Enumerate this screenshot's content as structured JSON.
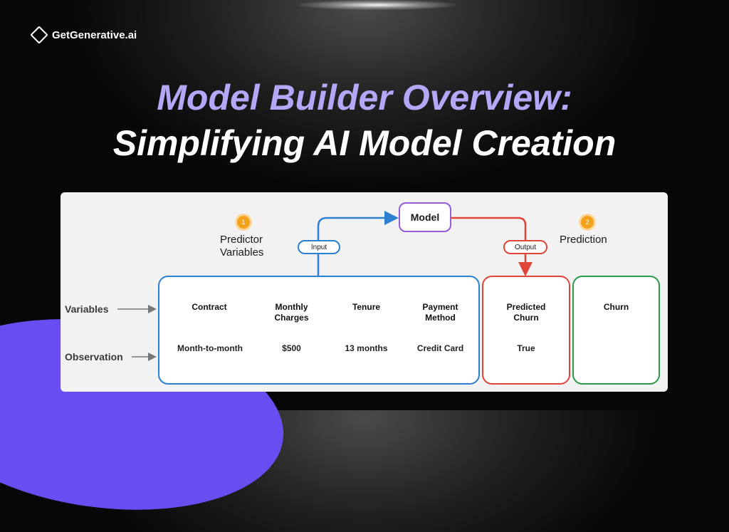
{
  "brand": {
    "name": "GetGenerative.ai",
    "icon": "diamond-logo-icon"
  },
  "title": {
    "line1": "Model Builder Overview:",
    "line2": "Simplifying AI Model Creation"
  },
  "colors": {
    "title_accent": "#b3a7f7",
    "input_border": "#2d7fd2",
    "output_border": "#e0453a",
    "churn_border": "#2b9a4a",
    "model_border": "#9a5bd8",
    "badge": "#f4a21c",
    "wave": "#6a4df0"
  },
  "diagram": {
    "model_label": "Model",
    "steps": [
      {
        "number": "1",
        "label_line1": "Predictor",
        "label_line2": "Variables"
      },
      {
        "number": "2",
        "label": "Prediction"
      }
    ],
    "input_pill": "Input",
    "output_pill": "Output",
    "row_labels": {
      "variables": "Variables",
      "observation": "Observation"
    },
    "input_columns": [
      {
        "header_line1": "Contract",
        "header_line2": "",
        "value": "Month-to-month"
      },
      {
        "header_line1": "Monthly",
        "header_line2": "Charges",
        "value": "$500"
      },
      {
        "header_line1": "Tenure",
        "header_line2": "",
        "value": "13 months"
      },
      {
        "header_line1": "Payment",
        "header_line2": "Method",
        "value": "Credit Card"
      }
    ],
    "predicted": {
      "header_line1": "Predicted",
      "header_line2": "Churn",
      "value": "True"
    },
    "churn": {
      "header": "Churn",
      "value": ""
    }
  }
}
